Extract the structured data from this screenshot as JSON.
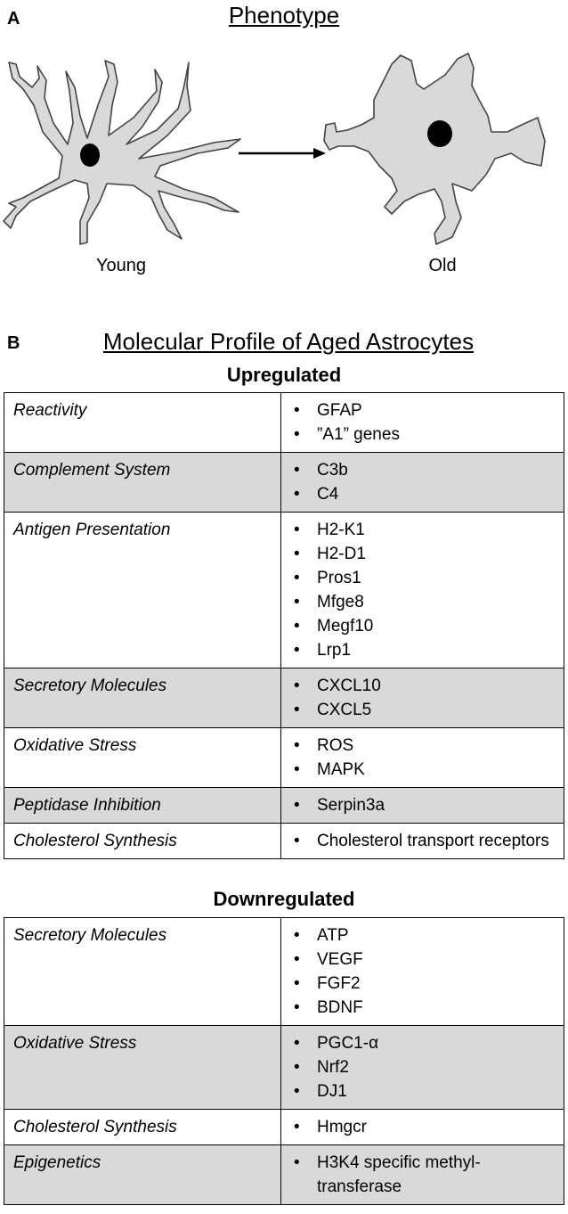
{
  "panelA": {
    "letter": "A",
    "title": "Phenotype",
    "young_label": "Young",
    "old_label": "Old"
  },
  "panelB": {
    "letter": "B",
    "title": "Molecular Profile of Aged Astrocytes",
    "upregulated": {
      "title": "Upregulated",
      "rows": [
        {
          "category": "Reactivity",
          "genes": [
            "GFAP",
            "”A1” genes"
          ],
          "shaded": false
        },
        {
          "category": "Complement System",
          "genes": [
            "C3b",
            "C4"
          ],
          "shaded": true
        },
        {
          "category": "Antigen Presentation",
          "genes": [
            "H2-K1",
            "H2-D1",
            "Pros1",
            "Mfge8",
            "Megf10",
            "Lrp1"
          ],
          "shaded": false
        },
        {
          "category": "Secretory Molecules",
          "genes": [
            "CXCL10",
            "CXCL5"
          ],
          "shaded": true
        },
        {
          "category": "Oxidative Stress",
          "genes": [
            "ROS",
            "MAPK"
          ],
          "shaded": false
        },
        {
          "category": "Peptidase Inhibition",
          "genes": [
            "Serpin3a"
          ],
          "shaded": true
        },
        {
          "category": "Cholesterol Synthesis",
          "genes": [
            "Cholesterol transport receptors"
          ],
          "shaded": false
        }
      ]
    },
    "downregulated": {
      "title": "Downregulated",
      "rows": [
        {
          "category": "Secretory Molecules",
          "genes": [
            "ATP",
            "VEGF",
            "FGF2",
            "BDNF"
          ],
          "shaded": false
        },
        {
          "category": "Oxidative Stress",
          "genes": [
            "PGC1-α",
            "Nrf2",
            "DJ1"
          ],
          "shaded": true
        },
        {
          "category": "Cholesterol Synthesis",
          "genes": [
            "Hmgcr"
          ],
          "shaded": false
        },
        {
          "category": "Epigenetics",
          "genes": [
            "H3K4 specific methyl-transferase"
          ],
          "shaded": true
        }
      ]
    }
  },
  "colors": {
    "cell_fill": "#d9d9d9",
    "outline": "#444444",
    "shade": "#d9d9d9"
  }
}
